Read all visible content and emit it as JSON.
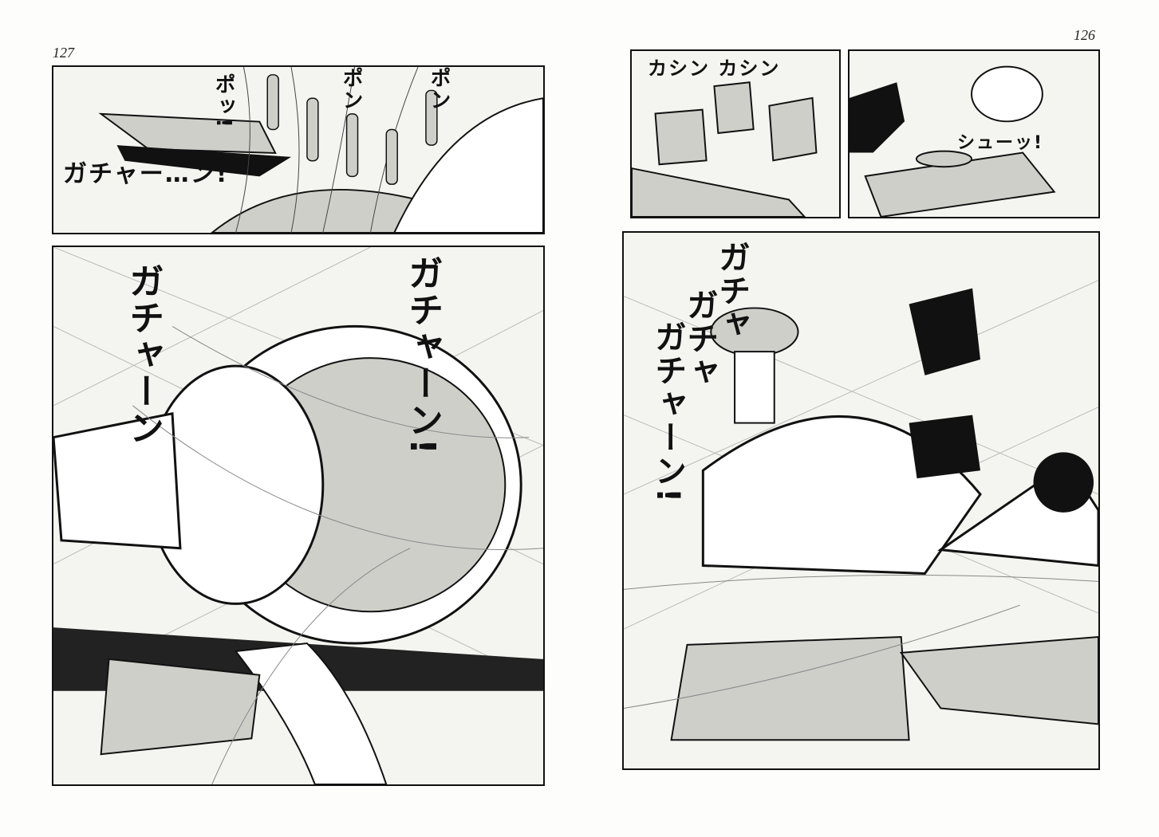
{
  "pages": {
    "left": {
      "page_number": "127",
      "panels": [
        {
          "sfx": [
            "ガチャー…ン!",
            "ポッ!",
            "ポン",
            "ポン"
          ]
        },
        {
          "sfx": [
            "ガチャーン",
            "ガチャーン!"
          ]
        }
      ]
    },
    "right": {
      "page_number": "126",
      "panels": [
        {
          "sfx": [
            "カシン カシン"
          ]
        },
        {
          "sfx": [
            "シューッ!"
          ]
        },
        {
          "sfx": [
            "ガチャ",
            "ガチャ",
            "ガチャーン!"
          ]
        }
      ]
    }
  },
  "colors": {
    "ink": "#111111",
    "screentone": "#cfcfca",
    "paper": "#fdfdfb"
  }
}
